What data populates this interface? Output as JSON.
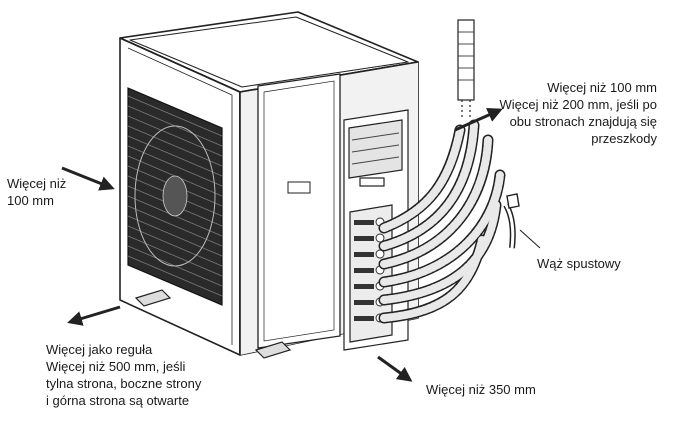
{
  "labels": {
    "top_right": {
      "line1": "Więcej niż 100  mm",
      "line2": "Więcej niż 200 mm, jeśli po",
      "line3": "obu stronach znajdują się",
      "line4": "przeszkody"
    },
    "left": {
      "line1": "Więcej niż",
      "line2": "100 mm"
    },
    "bottom_left": {
      "line1": "Więcej jako reguła",
      "line2": "Więcej niż 500 mm, jeśli",
      "line3": "tylna strona, boczne strony",
      "line4": "i górna strona są otwarte"
    },
    "bottom_right": "Więcej niż 350  mm",
    "drain_hose": "Wąż spustowy"
  },
  "colors": {
    "line": "#222222",
    "unit_fill": "#ffffff",
    "shade": "#d9d9d9",
    "dark": "#333333"
  },
  "icons": [
    "arrow-icon",
    "fan-grille-icon",
    "control-panel-icon",
    "pipe-icon",
    "drain-hose-icon"
  ]
}
